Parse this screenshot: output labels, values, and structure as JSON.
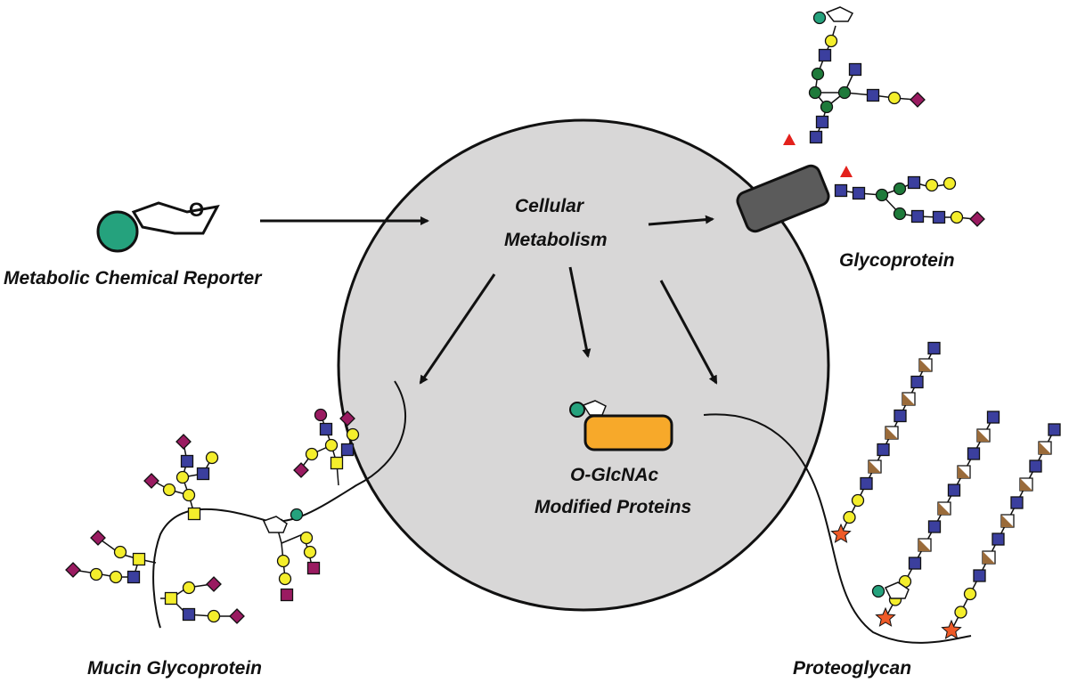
{
  "labels": {
    "reporter": "Metabolic Chemical Reporter",
    "metabolism_line1": "Cellular",
    "metabolism_line2": "Metabolism",
    "glycoprotein": "Glycoprotein",
    "oglcnac_line1": "O-GlcNAc",
    "oglcnac_line2": "Modified Proteins",
    "mucin": "Mucin Glycoprotein",
    "proteoglycan": "Proteoglycan",
    "ring_atom": "O"
  },
  "colors": {
    "cell_fill": "#d8d7d7",
    "reporter_teal": "#25a27d",
    "glcnac_blue": "#3b3f9e",
    "galactose_yellow": "#f4ee2c",
    "mannose_green": "#1e7a3a",
    "sialic_purple": "#9a1b61",
    "fucose_red": "#e3211c",
    "uronic_brown": "#9a6b3a",
    "xylose_star": "#ef5a27",
    "oglcnac_protein": "#f7a92a",
    "membrane_protein": "#5b5b5b"
  }
}
